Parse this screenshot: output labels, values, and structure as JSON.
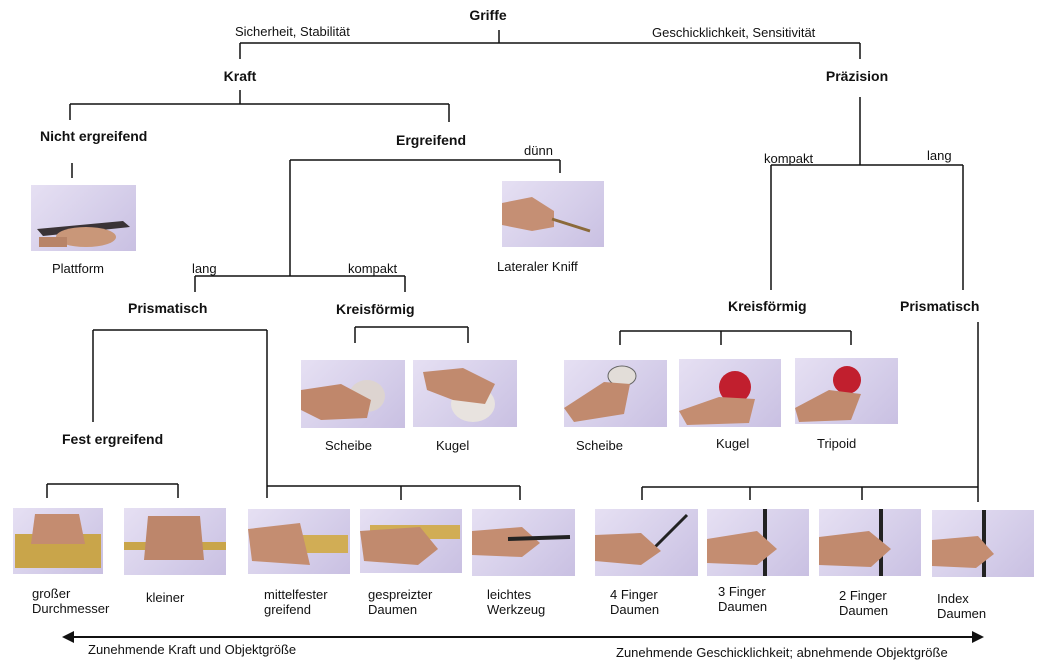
{
  "root": "Griffe",
  "edges": {
    "root_left": "Sicherheit, Stabilität",
    "root_right": "Geschicklichkeit, Sensitivität",
    "grasp_thin": "dünn",
    "grasp_long": "lang",
    "grasp_compact": "kompakt",
    "prec_compact": "kompakt",
    "prec_long": "lang"
  },
  "nodes": {
    "power": "Kraft",
    "precision": "Präzision",
    "non_grasping": "Nicht ergreifend",
    "grasping": "Ergreifend",
    "power_prismatic": "Prismatisch",
    "power_circular": "Kreisförmig",
    "firm_grasp": "Fest ergreifend",
    "prec_circular": "Kreisförmig",
    "prec_prismatic": "Prismatisch"
  },
  "leaves": {
    "platform": "Plattform",
    "lateral_pinch": "Lateraler Kniff",
    "power_disc": "Scheibe",
    "power_sphere": "Kugel",
    "large_diameter": "großer\nDurchmesser",
    "small_diameter": "kleiner",
    "medium_wrap": "mittelfester\ngreifend",
    "abducted_thumb": "gespreizter\nDaumen",
    "light_tool": "leichtes\nWerkzeug",
    "prec_disc": "Scheibe",
    "prec_sphere": "Kugel",
    "tripod": "Tripoid",
    "four_finger": "4 Finger\nDaumen",
    "three_finger": "3 Finger\nDaumen",
    "two_finger": "2 Finger\nDaumen",
    "index_finger": "Index\nDaumen"
  },
  "axis": {
    "left": "Zunehmende Kraft und Objektgröße",
    "right": "Zunehmende Geschicklichkeit; abnehmende Objektgröße"
  }
}
